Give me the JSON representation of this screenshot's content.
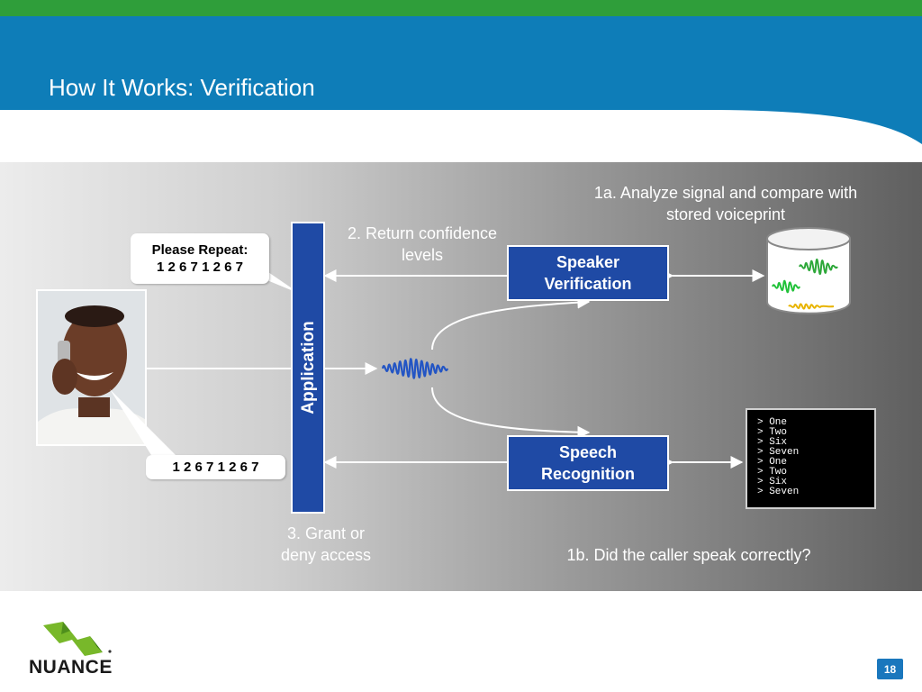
{
  "slide": {
    "title": "How It Works: Verification",
    "page_number": "18"
  },
  "colors": {
    "header_green": "#2f9e3a",
    "header_blue": "#0e7db8",
    "box_blue": "#1f4aa5",
    "waveform_blue": "#2355c4",
    "voiceprint_green": "#22c23a",
    "voiceprint_yellow": "#e8b400"
  },
  "diagram": {
    "application_label": "Application",
    "speaker_verification": {
      "line1": "Speaker",
      "line2": "Verification"
    },
    "speech_recognition": {
      "line1": "Speech",
      "line2": "Recognition"
    },
    "step_1a": {
      "line1": "1a. Analyze signal and compare with",
      "line2": "stored voiceprint"
    },
    "step_1b": "1b. Did the caller speak correctly?",
    "step_2": {
      "line1": "2. Return confidence",
      "line2": "levels"
    },
    "step_3": {
      "line1": "3. Grant or",
      "line2": "deny access"
    },
    "prompt_bubble": {
      "line1": "Please Repeat:",
      "line2": "1 2 6 7 1 2 6 7"
    },
    "response_bubble": "1 2 6 7 1 2 6 7",
    "recognition_output": [
      "> One",
      "> Two",
      "> Six",
      "> Seven",
      "> One",
      "> Two",
      "> Six",
      "> Seven"
    ],
    "icons": [
      "caller-photo",
      "speech-waveform-icon",
      "voiceprint-database-icon"
    ]
  },
  "brand": {
    "logo_text": "NUANCE"
  }
}
